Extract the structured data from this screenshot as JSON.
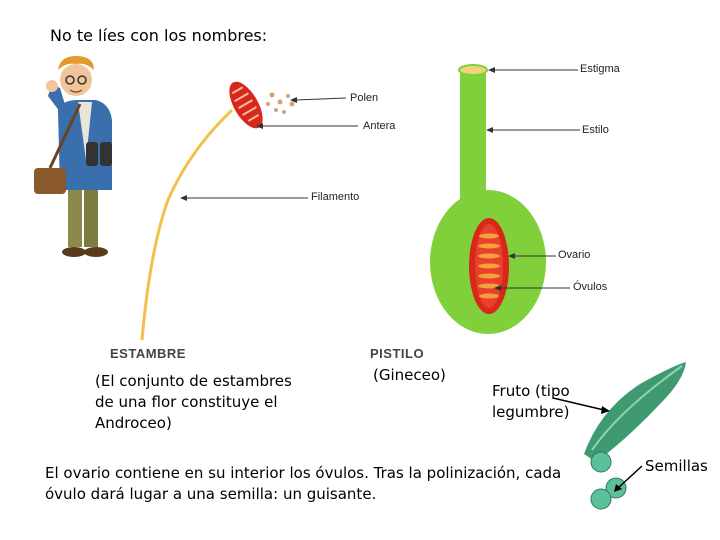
{
  "title": "No te líes con los nombres:",
  "stamen": {
    "heading": "ESTAMBRE",
    "caption": "(El conjunto de estambres de una flor constituye el Androceo)",
    "labels": {
      "polen": "Polen",
      "antera": "Antera",
      "filamento": "Filamento"
    }
  },
  "pistil": {
    "heading": "PISTILO",
    "caption": "(Gineceo)",
    "labels": {
      "estigma": "Estigma",
      "estilo": "Estilo",
      "ovario": "Ovario",
      "ovulos": "Óvulos"
    }
  },
  "fruit": {
    "caption": "Fruto (tipo legumbre)",
    "seeds_label": "Semillas"
  },
  "explanation": "El ovario contiene en su interior los óvulos. Tras la polinización, cada óvulo dará lugar a una semilla: un guisante.",
  "colors": {
    "green": "#7fd03a",
    "red": "#d8281c",
    "stalk": "#f2c14a",
    "pod": "#3f9a72"
  }
}
